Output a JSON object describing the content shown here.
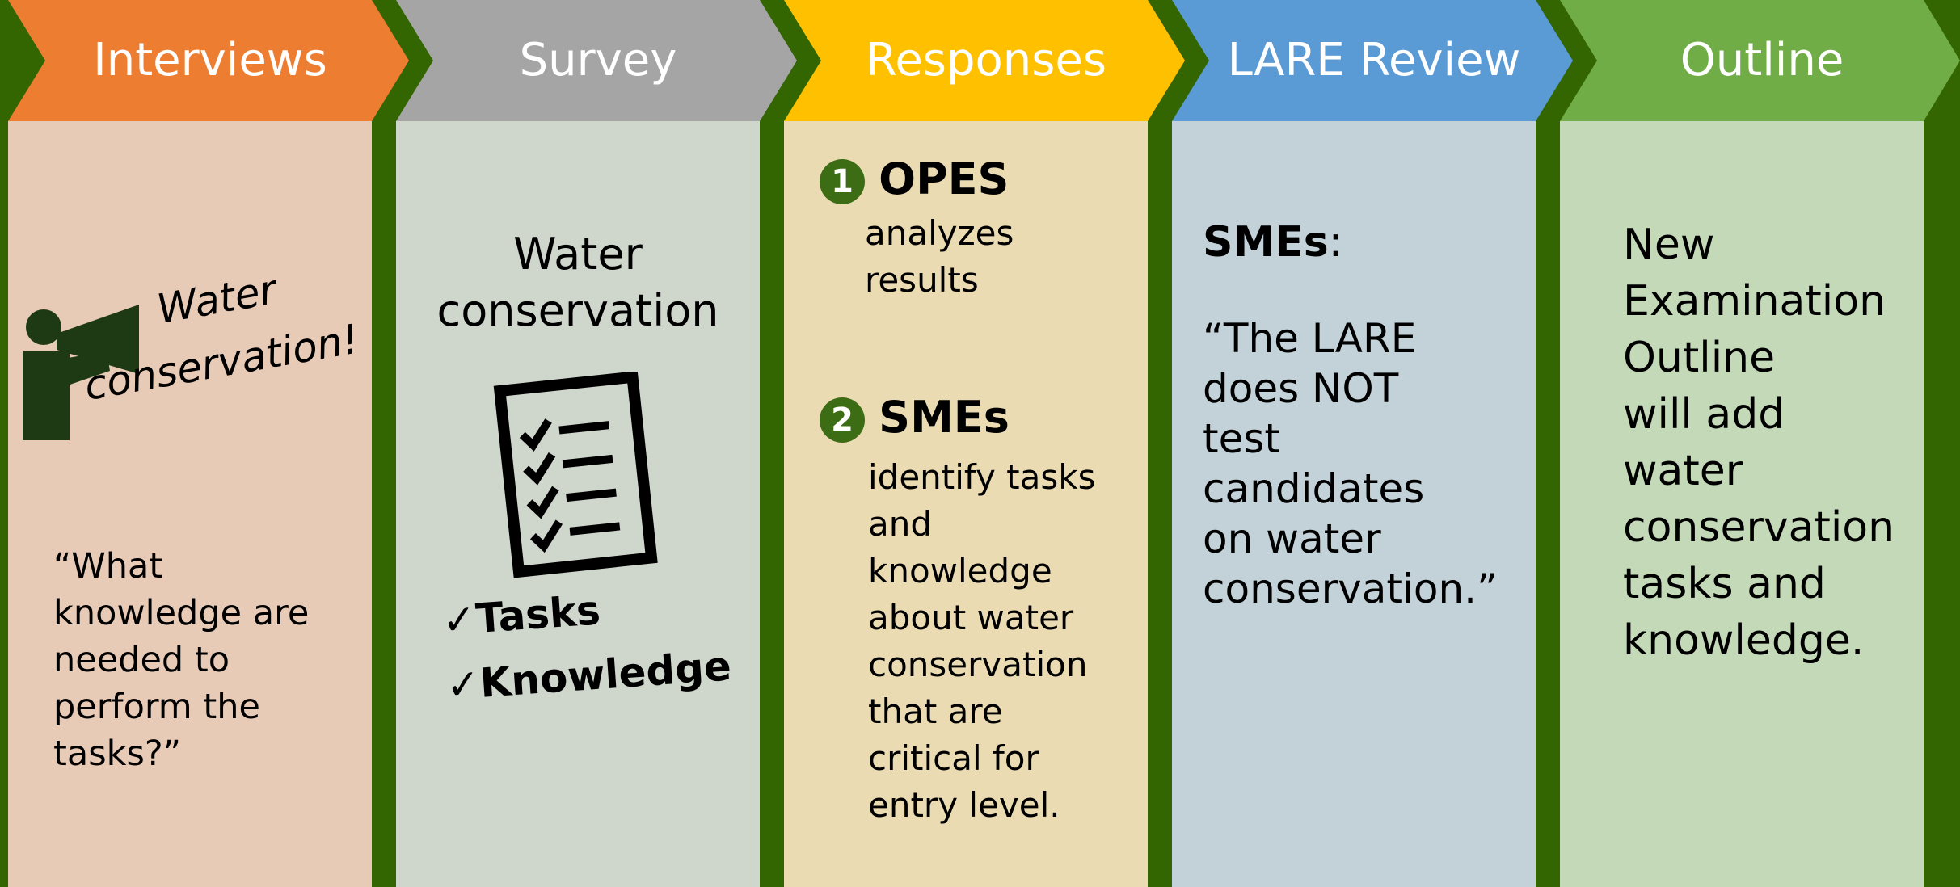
{
  "steps": [
    {
      "title": "Interviews",
      "color": "#ED7D31",
      "panel_color": "#E8CBB7"
    },
    {
      "title": "Survey",
      "color": "#A5A5A5",
      "panel_color": "#CFD6CC"
    },
    {
      "title": "Responses",
      "color": "#FFC000",
      "panel_color": "#EADBB3"
    },
    {
      "title": "LARE Review",
      "color": "#5B9BD5",
      "panel_color": "#C3D2D8"
    },
    {
      "title": "Outline",
      "color": "#70AD47",
      "panel_color": "#C4D9B8"
    }
  ],
  "interviews": {
    "shout_line1": "Water",
    "shout_line2": "conservation!",
    "icon": "megaphone-person-icon",
    "question": [
      "“What",
      "knowledge are",
      "needed to",
      "perform the",
      "tasks?”"
    ]
  },
  "survey": {
    "topic": [
      "Water",
      "conservation"
    ],
    "icon": "checklist-icon",
    "check_mark": "✓",
    "items": [
      "Tasks",
      "Knowledge"
    ]
  },
  "responses": {
    "step1_number": "1",
    "step1_title": "OPES",
    "step1_text": [
      "analyzes",
      "results"
    ],
    "step2_number": "2",
    "step2_title": "SMEs",
    "step2_text": [
      "identify tasks",
      "and",
      "knowledge",
      "about water",
      "conservation",
      "that are",
      "critical for",
      "entry level."
    ]
  },
  "lare_review": {
    "label": "SMEs",
    "label_suffix": ":",
    "quote": [
      "“The LARE",
      "does NOT",
      "test",
      "candidates",
      "on water",
      "conservation.”"
    ]
  },
  "outline": {
    "text": [
      "New",
      "Examination",
      "Outline",
      "will add",
      "water",
      "conservation",
      "tasks and",
      "knowledge."
    ]
  },
  "colors": {
    "background": "#336600",
    "badge": "#3C6C14"
  }
}
